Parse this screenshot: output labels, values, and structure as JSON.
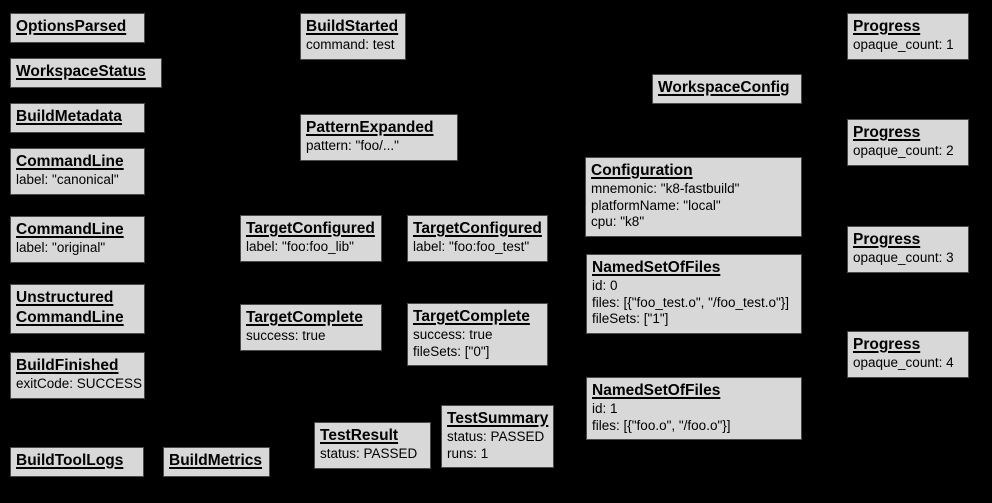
{
  "colors": {
    "background": "#000000",
    "box_fill": "#d8d8d8",
    "box_border": "#4a4a4a",
    "text": "#000000"
  },
  "boxes": {
    "options_parsed": {
      "title": "OptionsParsed",
      "lines": []
    },
    "workspace_status": {
      "title": "WorkspaceStatus",
      "lines": []
    },
    "build_metadata": {
      "title": "BuildMetadata",
      "lines": []
    },
    "command_line_canonical": {
      "title": "CommandLine",
      "lines": [
        "label: \"canonical\""
      ]
    },
    "command_line_original": {
      "title": "CommandLine",
      "lines": [
        "label: \"original\""
      ]
    },
    "unstructured_command_line": {
      "title": "Unstructured\nCommandLine",
      "lines": []
    },
    "build_finished": {
      "title": "BuildFinished",
      "lines": [
        "exitCode: SUCCESS"
      ]
    },
    "build_tool_logs": {
      "title": "BuildToolLogs",
      "lines": []
    },
    "build_metrics": {
      "title": "BuildMetrics",
      "lines": []
    },
    "build_started": {
      "title": "BuildStarted",
      "lines": [
        "command: test"
      ]
    },
    "pattern_expanded": {
      "title": "PatternExpanded",
      "lines": [
        "pattern: \"foo/...\""
      ]
    },
    "target_configured_lib": {
      "title": "TargetConfigured",
      "lines": [
        "label: \"foo:foo_lib\""
      ]
    },
    "target_configured_test": {
      "title": "TargetConfigured",
      "lines": [
        "label: \"foo:foo_test\""
      ]
    },
    "target_complete_lib": {
      "title": "TargetComplete",
      "lines": [
        "success: true"
      ]
    },
    "target_complete_test": {
      "title": "TargetComplete",
      "lines": [
        "success: true",
        "fileSets: [\"0\"]"
      ]
    },
    "test_result": {
      "title": "TestResult",
      "lines": [
        "status: PASSED"
      ]
    },
    "test_summary": {
      "title": "TestSummary",
      "lines": [
        "status: PASSED",
        "runs: 1"
      ]
    },
    "workspace_config": {
      "title": "WorkspaceConfig",
      "lines": []
    },
    "configuration": {
      "title": "Configuration",
      "lines": [
        "mnemonic: \"k8-fastbuild\"",
        "platformName: \"local\"",
        "cpu: \"k8\""
      ]
    },
    "named_set_0": {
      "title": "NamedSetOfFiles",
      "lines": [
        "id: 0",
        "files: [{\"foo_test.o\", \"/foo_test.o\"}]",
        "fileSets: [\"1\"]"
      ]
    },
    "named_set_1": {
      "title": "NamedSetOfFiles",
      "lines": [
        "id: 1",
        "files: [{\"foo.o\", \"/foo.o\"}]"
      ]
    },
    "progress_1": {
      "title": "Progress",
      "lines": [
        "opaque_count: 1"
      ]
    },
    "progress_2": {
      "title": "Progress",
      "lines": [
        "opaque_count: 2"
      ]
    },
    "progress_3": {
      "title": "Progress",
      "lines": [
        "opaque_count: 3"
      ]
    },
    "progress_4": {
      "title": "Progress",
      "lines": [
        "opaque_count: 4"
      ]
    }
  }
}
